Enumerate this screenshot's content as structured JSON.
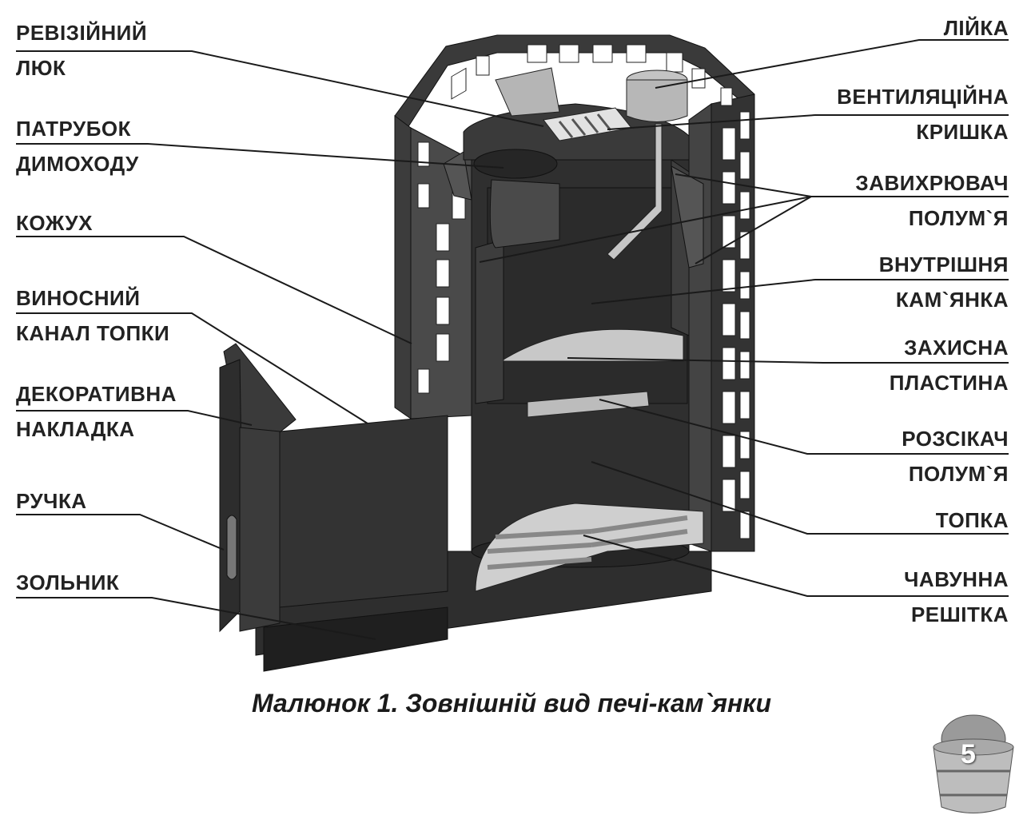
{
  "labels_left": [
    {
      "id": "revision-hatch",
      "lines": [
        "РЕВІЗІЙНИЙ",
        "ЛЮК"
      ]
    },
    {
      "id": "chimney-pipe",
      "lines": [
        "ПАТРУБОК",
        "ДИМОХОДУ"
      ]
    },
    {
      "id": "casing",
      "lines": [
        "КОЖУХ"
      ]
    },
    {
      "id": "remote-firebox-channel",
      "lines": [
        "ВИНОСНИЙ",
        "КАНАЛ ТОПКИ"
      ]
    },
    {
      "id": "decorative-trim",
      "lines": [
        "ДЕКОРАТИВНА",
        "НАКЛАДКА"
      ]
    },
    {
      "id": "handle",
      "lines": [
        "РУЧКА"
      ]
    },
    {
      "id": "ash-pan",
      "lines": [
        "ЗОЛЬНИК"
      ]
    }
  ],
  "labels_right": [
    {
      "id": "funnel",
      "lines": [
        "ЛІЙКА"
      ]
    },
    {
      "id": "vent-cover",
      "lines": [
        "ВЕНТИЛЯЦІЙНА",
        "КРИШКА"
      ]
    },
    {
      "id": "flame-swirler",
      "lines": [
        "ЗАВИХРЮВАЧ",
        "ПОЛУМ`Я"
      ]
    },
    {
      "id": "inner-stones",
      "lines": [
        "ВНУТРІШНЯ",
        "КАМ`ЯНКА"
      ]
    },
    {
      "id": "protective-plate",
      "lines": [
        "ЗАХИСНА",
        "ПЛАСТИНА"
      ]
    },
    {
      "id": "flame-divider",
      "lines": [
        "РОЗСІКАЧ",
        "ПОЛУМ`Я"
      ]
    },
    {
      "id": "firebox",
      "lines": [
        "ТОПКА"
      ]
    },
    {
      "id": "cast-iron-grate",
      "lines": [
        "ЧАВУННА",
        "РЕШІТКА"
      ]
    }
  ],
  "caption": "Малюнок 1. Зовнішній вид печі-кам`янки",
  "page_number": "5",
  "colors": {
    "metal_dark": "#2e2e2e",
    "metal_mid": "#474747",
    "metal_light": "#bdbdbd",
    "line": "#1a1a1a"
  }
}
